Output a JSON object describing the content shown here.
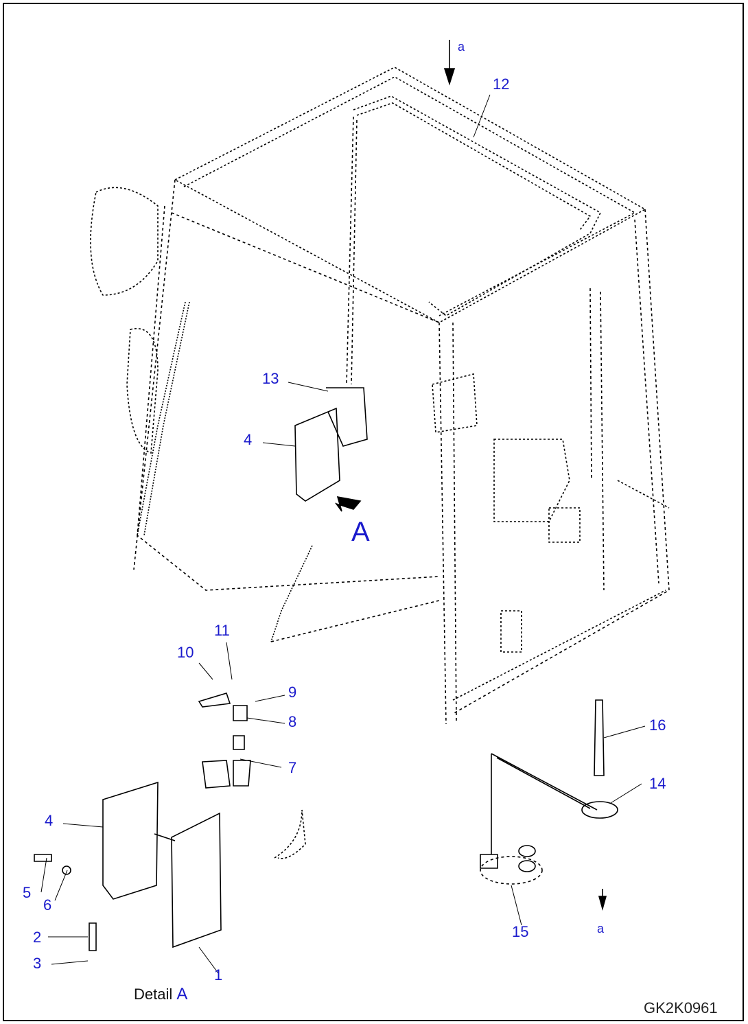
{
  "callouts": {
    "c1": "1",
    "c2": "2",
    "c3": "3",
    "c4a": "4",
    "c4b": "4",
    "c5": "5",
    "c6": "6",
    "c7": "7",
    "c8": "8",
    "c9": "9",
    "c10": "10",
    "c11": "11",
    "c12": "12",
    "c13": "13",
    "c14": "14",
    "c15": "15",
    "c16": "16"
  },
  "view_marker": "A",
  "detail": {
    "prefix": "Detail",
    "letter": "A"
  },
  "section_arrows": {
    "top": "a",
    "bottom": "a"
  },
  "drawing_code": "GK2K0961",
  "colors": {
    "callout": "#1a1acc",
    "line": "#000000"
  }
}
